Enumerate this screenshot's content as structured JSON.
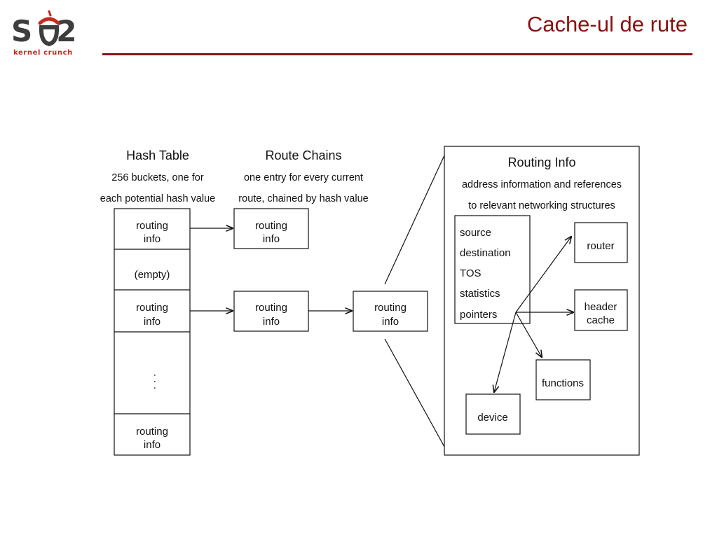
{
  "header": {
    "logo_text_a": "S",
    "logo_text_b": "2",
    "logo_tagline": "kernel crunch",
    "slide_title": "Cache-ul de rute",
    "accent_color": "#8b1212"
  },
  "diagram": {
    "hash_table": {
      "title": "Hash Table",
      "subtitle_1": "256 buckets, one for",
      "subtitle_2": "each potential hash value",
      "cell_1_line1": "routing",
      "cell_1_line2": "info",
      "cell_2": "(empty)",
      "cell_3_line1": "routing",
      "cell_3_line2": "info",
      "ellipsis": "· · ·",
      "cell_5_line1": "routing",
      "cell_5_line2": "info"
    },
    "route_chains": {
      "title": "Route Chains",
      "subtitle_1": "one entry for every current",
      "subtitle_2": "route, chained by hash value",
      "entry_1_line1": "routing",
      "entry_1_line2": "info",
      "entry_2_line1": "routing",
      "entry_2_line2": "info",
      "entry_3_line1": "routing",
      "entry_3_line2": "info"
    },
    "routing_info": {
      "title": "Routing Info",
      "subtitle_1": "address information and references",
      "subtitle_2": "to relevant networking structures",
      "fields": [
        "source",
        "destination",
        "TOS",
        "statistics",
        "pointers"
      ],
      "router": "router",
      "header_cache_line1": "header",
      "header_cache_line2": "cache",
      "functions": "functions",
      "device": "device"
    }
  }
}
